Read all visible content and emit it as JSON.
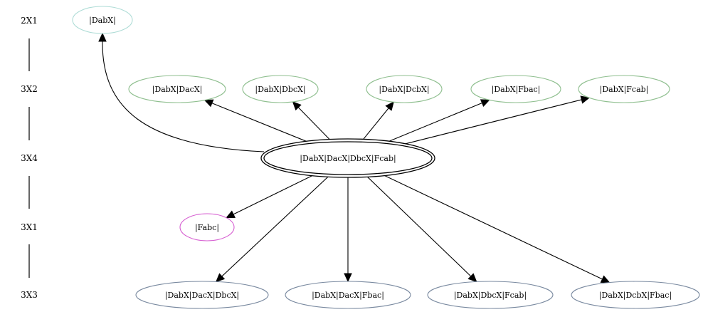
{
  "ranks": [
    "2X1",
    "3X2",
    "3X4",
    "3X1",
    "3X3"
  ],
  "nodes": {
    "dabx": {
      "label": "|DabX|",
      "color": "#aedcd6"
    },
    "dabx_dacx": {
      "label": "|DabX|DacX|",
      "color": "#8fbf8f"
    },
    "dabx_dbcx": {
      "label": "|DabX|DbcX|",
      "color": "#8fbf8f"
    },
    "dabx_dcbx": {
      "label": "|DabX|DcbX|",
      "color": "#8fbf8f"
    },
    "dabx_fbac": {
      "label": "|DabX|Fbac|",
      "color": "#8fbf8f"
    },
    "dabx_fcab": {
      "label": "|DabX|Fcab|",
      "color": "#8fbf8f"
    },
    "center": {
      "label": "|DabX|DacX|DbcX|Fcab|",
      "color": "#000000"
    },
    "fabc": {
      "label": "|Fabc|",
      "color": "#d65fd1"
    },
    "dabx_dacx_dbcx": {
      "label": "|DabX|DacX|DbcX|",
      "color": "#7a8aa0"
    },
    "dabx_dacx_fbac": {
      "label": "|DabX|DacX|Fbac|",
      "color": "#7a8aa0"
    },
    "dabx_dbcx_fcab": {
      "label": "|DabX|DbcX|Fcab|",
      "color": "#7a8aa0"
    },
    "dabx_dcbx_fbac": {
      "label": "|DabX|DcbX|Fbac|",
      "color": "#7a8aa0"
    }
  },
  "edges": [
    [
      "center",
      "dabx"
    ],
    [
      "center",
      "dabx_dacx"
    ],
    [
      "center",
      "dabx_dbcx"
    ],
    [
      "center",
      "dabx_dcbx"
    ],
    [
      "center",
      "dabx_fbac"
    ],
    [
      "center",
      "dabx_fcab"
    ],
    [
      "center",
      "fabc"
    ],
    [
      "center",
      "dabx_dacx_dbcx"
    ],
    [
      "center",
      "dabx_dacx_fbac"
    ],
    [
      "center",
      "dabx_dbcx_fcab"
    ],
    [
      "center",
      "dabx_dcbx_fbac"
    ]
  ]
}
